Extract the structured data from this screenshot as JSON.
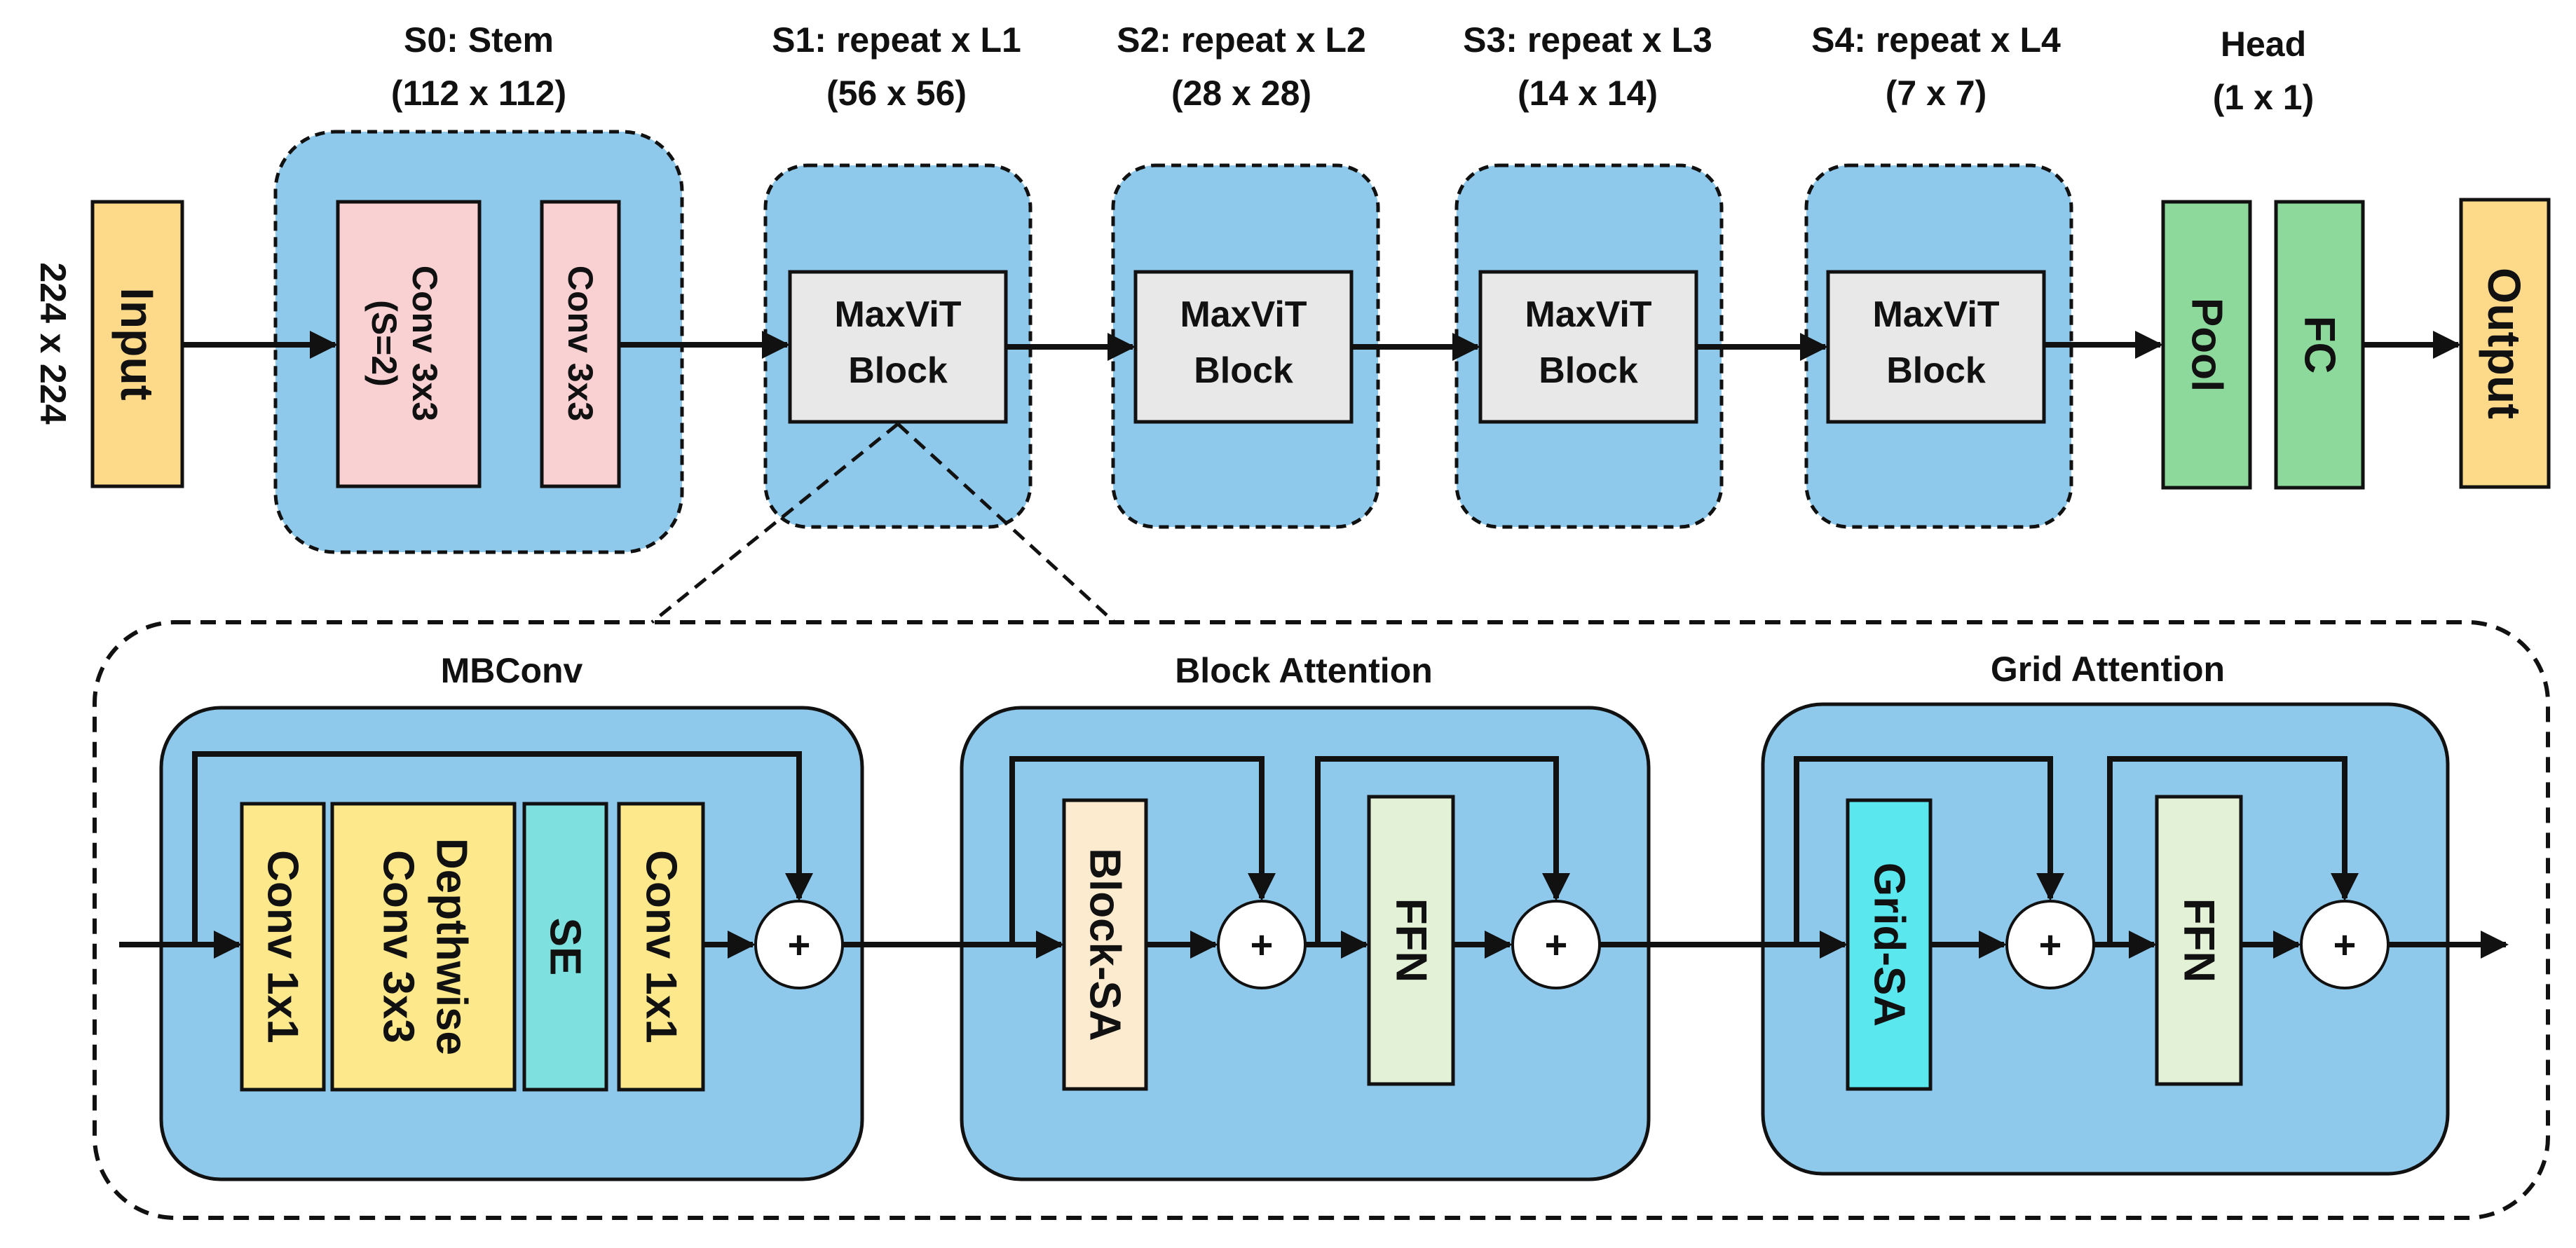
{
  "input": {
    "label": "Input",
    "size": "224 x 224"
  },
  "output": {
    "label": "Output"
  },
  "stages": {
    "s0": {
      "title": "S0: Stem",
      "res": "(112 x 112)",
      "conv1a": "Conv  3x3",
      "conv1b": "(S=2)",
      "conv2": "Conv  3x3"
    },
    "s1": {
      "title": "S1: repeat x L1",
      "res": "(56 x 56)",
      "block1": "MaxViT",
      "block2": "Block"
    },
    "s2": {
      "title": "S2: repeat x L2",
      "res": "(28 x 28)",
      "block1": "MaxViT",
      "block2": "Block"
    },
    "s3": {
      "title": "S3: repeat x L3",
      "res": "(14 x 14)",
      "block1": "MaxViT",
      "block2": "Block"
    },
    "s4": {
      "title": "S4: repeat x L4",
      "res": "(7 x 7)",
      "block1": "MaxViT",
      "block2": "Block"
    }
  },
  "head": {
    "title": "Head",
    "res": "(1 x 1)",
    "pool": "Pool",
    "fc": "FC"
  },
  "detail": {
    "mbconv": {
      "title": "MBConv",
      "conv1": "Conv 1x1",
      "dw1": "Depthwise",
      "dw2": "Conv 3x3",
      "se": "SE",
      "conv2": "Conv 1x1"
    },
    "block_attention": {
      "title": "Block Attention",
      "sa": "Block-SA",
      "ffn": "FFN"
    },
    "grid_attention": {
      "title": "Grid Attention",
      "sa": "Grid-SA",
      "ffn": "FFN"
    },
    "plus": "+"
  },
  "colors": {
    "stage_fill": "#8ec8ea",
    "input_fill": "#fdd98a",
    "conv_stem_fill": "#fad1d3",
    "block_fill": "#e8e8e8",
    "head_fill": "#8dd99c",
    "mbconv_conv_fill": "#fde98c",
    "se_fill": "#7fe0e0",
    "block_sa_fill": "#fdebd0",
    "ffn_fill": "#e3f2d6",
    "grid_sa_fill": "#5ae7ee"
  }
}
